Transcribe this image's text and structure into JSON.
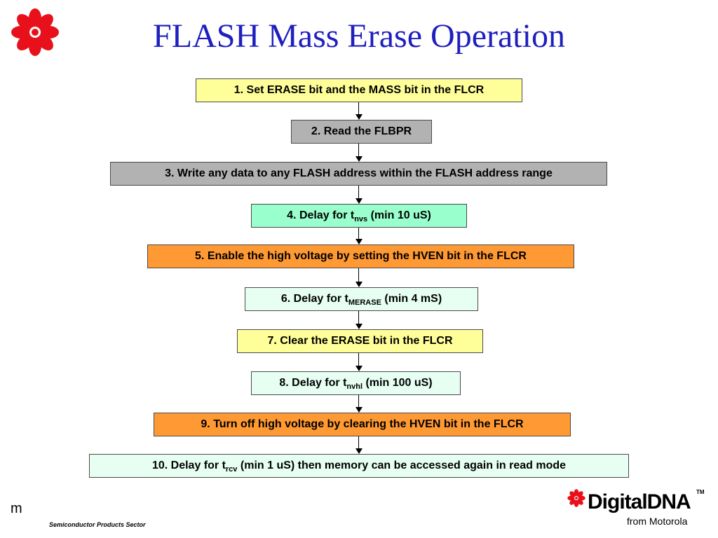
{
  "title": "FLASH Mass Erase Operation",
  "colors": {
    "title": "#1f1fbf",
    "star": "#e8101a",
    "yellow": "#ffff99",
    "gray": "#b2b2b2",
    "mint": "#99ffcc",
    "orange": "#ff9933",
    "pale_mint": "#e6fff2"
  },
  "steps": [
    {
      "text": "1. Set ERASE bit and the MASS bit in the FLCR",
      "color": "#ffff99"
    },
    {
      "text": "2. Read the FLBPR",
      "color": "#b2b2b2"
    },
    {
      "text": "3. Write any data to any FLASH address within the FLASH address range",
      "color": "#b2b2b2"
    },
    {
      "pre": "4. Delay for t",
      "sub": "nvs",
      "post": " (min 10 uS)",
      "color": "#99ffcc"
    },
    {
      "text": "5. Enable the high voltage by setting the HVEN bit in the FLCR",
      "color": "#ff9933"
    },
    {
      "pre": "6. Delay for t",
      "sub": "MERASE",
      "post": " (min 4 mS)",
      "color": "#e6fff2"
    },
    {
      "text": "7. Clear the ERASE bit in the FLCR",
      "color": "#ffff99"
    },
    {
      "pre": "8. Delay for t",
      "sub": "nvhl",
      "post": " (min 100 uS)",
      "color": "#e6fff2"
    },
    {
      "text": "9. Turn off high voltage by clearing the HVEN bit in the FLCR",
      "color": "#ff9933"
    },
    {
      "pre": "10. Delay for t",
      "sub": "rcv",
      "post": " (min 1 uS) then memory can be accessed again in read mode",
      "color": "#e6fff2"
    }
  ],
  "footer": {
    "m": "m",
    "sector": "Semiconductor Products Sector"
  },
  "brand": {
    "name": "DigitalDNA",
    "tm": "TM",
    "sub": "from Motorola"
  }
}
